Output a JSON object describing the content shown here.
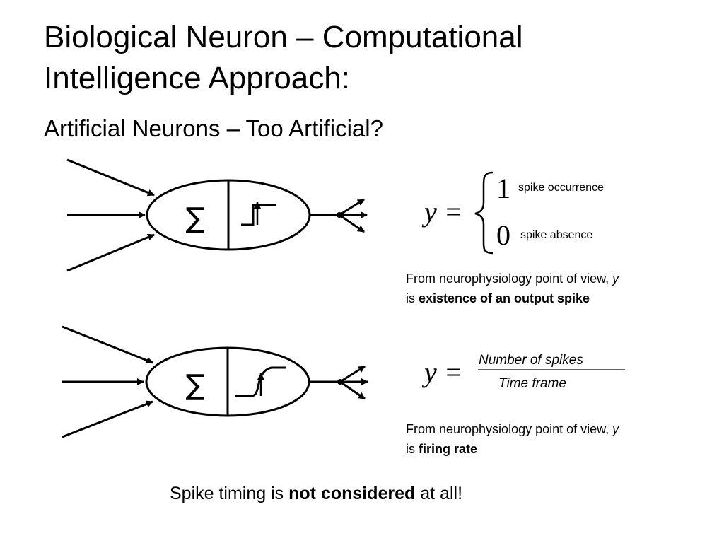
{
  "title": {
    "line1": "Biological Neuron – Computational",
    "line2": "Intelligence Approach:",
    "subtitle": "Artificial Neurons – Too Artificial?"
  },
  "equation1": {
    "lhs": "y =",
    "case1_value": "1",
    "case1_label": "spike occurrence",
    "case0_value": "0",
    "case0_label": "spike absence"
  },
  "note1": {
    "prefix": "From neurophysiology point of view, ",
    "var": "y",
    "is": "is ",
    "bold": "existence of an output spike"
  },
  "equation2": {
    "lhs": "y =",
    "numerator": "Number of spikes",
    "denominator": "Time frame"
  },
  "note2": {
    "prefix": "From neurophysiology point of view, ",
    "var": "y",
    "is": "is ",
    "bold": "firing rate"
  },
  "neuron1": {
    "sum_symbol": "∑",
    "activation": "step"
  },
  "neuron2": {
    "sum_symbol": "∑",
    "activation": "sigmoid"
  },
  "footer": {
    "prefix": "Spike timing is ",
    "bold": "not considered",
    "suffix": " at all!"
  }
}
